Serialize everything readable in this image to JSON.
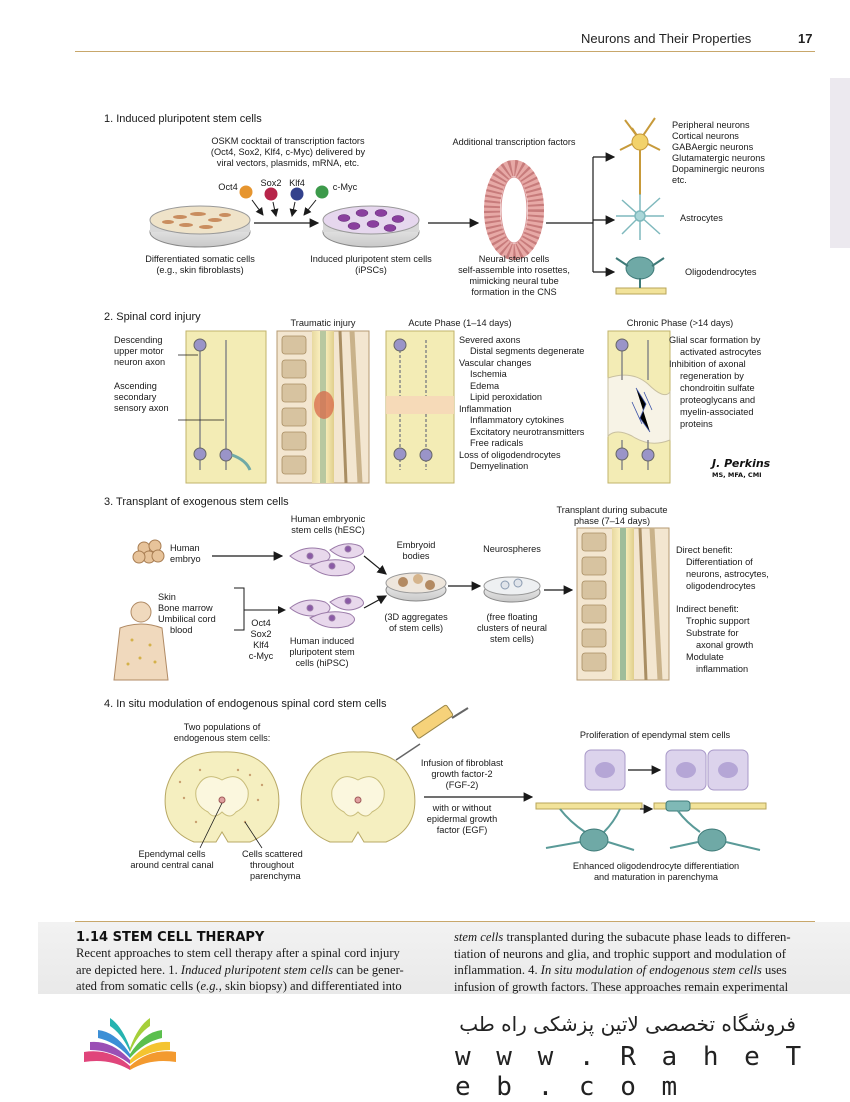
{
  "header": {
    "running_title": "Neurons and Their Properties",
    "page_number": "17"
  },
  "section1": {
    "title": "1. Induced pluripotent stem cells",
    "oskm": [
      "OSKM cocktail of transcription factors",
      "(Oct4, Sox2, Klf4, c-Myc) delivered by",
      "viral vectors, plasmids, mRNA, etc."
    ],
    "factors": {
      "oct4": "Oct4",
      "sox2": "Sox2",
      "klf4": "Klf4",
      "cmyc": "c-Myc"
    },
    "additional": "Additional transcription factors",
    "somatic": [
      "Differentiated somatic cells",
      "(e.g., skin fibroblasts)"
    ],
    "ipsc": [
      "Induced pluripotent stem cells",
      "(iPSCs)"
    ],
    "neural": [
      "Neural stem cells",
      "self-assemble into rosettes,",
      "mimicking neural tube",
      "formation in the CNS"
    ],
    "neurons": [
      "Peripheral neurons",
      "Cortical neurons",
      "GABAergic neurons",
      "Glutamatergic neurons",
      "Dopaminergic neurons",
      "etc."
    ],
    "astrocytes": "Astrocytes",
    "oligodendrocytes": "Oligodendrocytes"
  },
  "section2": {
    "title": "2. Spinal cord injury",
    "descending": [
      "Descending",
      "upper motor",
      "neuron axon"
    ],
    "ascending": [
      "Ascending",
      "secondary",
      "sensory axon"
    ],
    "traumatic": "Traumatic injury",
    "acute": "Acute Phase (1–14 days)",
    "chronic": "Chronic Phase (>14 days)",
    "acute_list": [
      "Severed axons",
      "Distal segments degenerate",
      "Vascular changes",
      "Ischemia",
      "Edema",
      "Lipid peroxidation",
      "Inflammation",
      "Inflammatory cytokines",
      "Excitatory neurotransmitters",
      "Free radicals",
      "Loss of oligodendrocytes",
      "Demyelination"
    ],
    "chronic_list": [
      "Glial scar formation by",
      "activated astrocytes",
      "Inhibition of axonal",
      "regeneration by",
      "chondroitin sulfate",
      "proteoglycans and",
      "myelin-associated",
      "proteins"
    ],
    "signature": "J. Perkins",
    "signature_sub": "MS, MFA, CMI"
  },
  "section3": {
    "title": "3. Transplant of exogenous stem cells",
    "hesc": [
      "Human embryonic",
      "stem cells (hESC)"
    ],
    "embryo": [
      "Human",
      "embryo"
    ],
    "sources": [
      "Skin",
      "Bone marrow",
      "Umbilical cord",
      "blood"
    ],
    "factors": [
      "Oct4",
      "Sox2",
      "Klf4",
      "c-Myc"
    ],
    "hipsc": [
      "Human induced",
      "pluripotent stem",
      "cells (hiPSC)"
    ],
    "embryoid": [
      "Embryoid",
      "bodies"
    ],
    "aggregates": [
      "(3D aggregates",
      "of stem cells)"
    ],
    "neurospheres": "Neurospheres",
    "floating": [
      "(free floating",
      "clusters of neural",
      "stem cells)"
    ],
    "transplant": [
      "Transplant during subacute",
      "phase (7–14 days)"
    ],
    "direct": [
      "Direct benefit:",
      "Differentiation of",
      "neurons, astrocytes,",
      "oligodendrocytes"
    ],
    "indirect": [
      "Indirect benefit:",
      "Trophic support",
      "Substrate for",
      "axonal growth",
      "Modulate",
      "inflammation"
    ]
  },
  "section4": {
    "title": "4. In situ modulation of endogenous spinal cord stem cells",
    "two_pop": [
      "Two populations of",
      "endogenous stem cells:"
    ],
    "fgf": [
      "Infusion of fibroblast",
      "growth factor-2",
      "(FGF-2)"
    ],
    "egf": [
      "with or without",
      "epidermal growth",
      "factor (EGF)"
    ],
    "ependymal": [
      "Ependymal cells",
      "around central canal"
    ],
    "scattered": [
      "Cells scattered",
      "throughout",
      "parenchyma"
    ],
    "proliferation": "Proliferation of ependymal stem cells",
    "enhanced": [
      "Enhanced oligodendrocyte differentiation",
      "and maturation in parenchyma"
    ]
  },
  "caption": {
    "title": "1.14 STEM CELL THERAPY",
    "left": [
      {
        "t": "Recent approaches to stem cell therapy after a spinal cord injury"
      },
      {
        "t": "are depicted here. 1. ",
        "i": "Induced pluripotent stem cells",
        "t2": " can be gener-"
      },
      {
        "t": "ated from somatic cells (",
        "i": "e.g.",
        "t2": ", skin biopsy) and differentiated into"
      }
    ],
    "right": [
      {
        "i": "stem cells",
        "t2": " transplanted during the subacute phase leads to differen-"
      },
      {
        "t": "tiation of neurons and glia, and trophic support and modulation of"
      },
      {
        "t": "inflammation. 4. ",
        "i": "In situ modulation of endogenous stem cells",
        "t2": " uses"
      },
      {
        "t": "infusion of growth factors. These approaches remain experimental"
      }
    ]
  },
  "footer": {
    "persian": "فروشگاه تخصصی لاتین پزشکی راه طب",
    "url": "w w w . R a h e T e b . c o m"
  },
  "colors": {
    "rule": "#c8a76b",
    "tissue": "#f3ecb5",
    "cell": "#9a94c8",
    "purple": "#8a5aa6",
    "teal": "#6fa9a6",
    "blood": "#d9a35a"
  }
}
